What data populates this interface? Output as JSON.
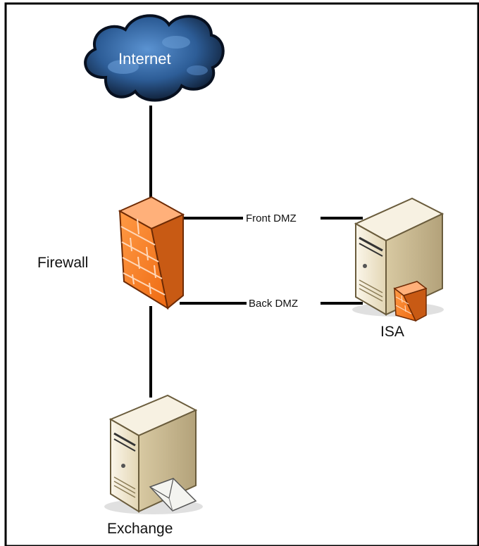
{
  "nodes": {
    "internet": {
      "label": "Internet",
      "icon": "cloud-icon"
    },
    "firewall": {
      "label": "Firewall",
      "icon": "brick-firewall-icon"
    },
    "isa": {
      "label": "ISA",
      "icon": "server-tower-with-firewall-icon"
    },
    "exchange": {
      "label": "Exchange",
      "icon": "server-tower-with-envelope-icon"
    }
  },
  "links": {
    "front_dmz": "Front DMZ",
    "back_dmz": "Back DMZ"
  },
  "colors": {
    "cloud_dark": "#0e1a2e",
    "cloud_light": "#4f86c6",
    "firewall_orange": "#f47a20",
    "firewall_dark": "#b94d0c",
    "server_body": "#efe6cf",
    "server_side": "#c9b98f",
    "frame": "#000000"
  }
}
